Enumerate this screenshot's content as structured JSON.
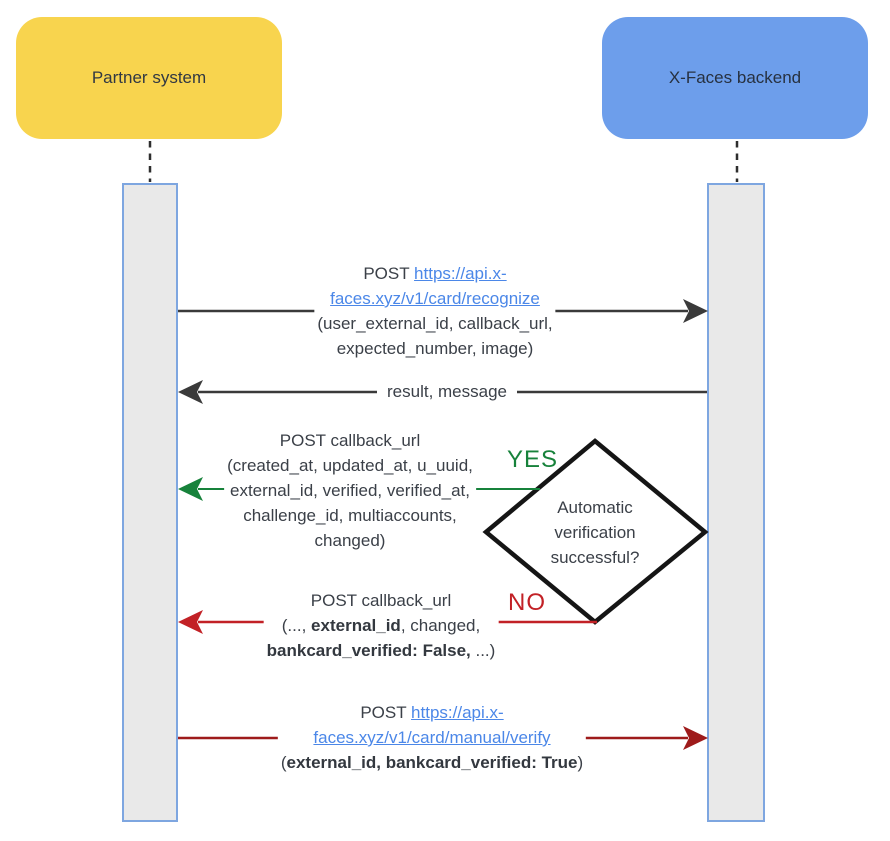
{
  "actors": {
    "partner": "Partner system",
    "backend": "X-Faces backend"
  },
  "messages": {
    "recognize": {
      "method": "POST ",
      "url_line1": "https://api.x-",
      "url_line2": "faces.xyz/v1/card/recognize",
      "args_line1": "(user_external_id, callback_url,",
      "args_line2": "expected_number, image)"
    },
    "result": {
      "label": "result, message"
    },
    "auto_callback": {
      "line1": "POST callback_url",
      "line2": "(created_at, updated_at, u_uuid,",
      "line3": "external_id, verified, verified_at,",
      "line4": "challenge_id, multiaccounts,",
      "line5": "changed)"
    },
    "manual_callback": {
      "line1": "POST callback_url",
      "line2_pre": "(..., ",
      "line2_bold": "external_id",
      "line2_post": ", changed,",
      "line3_bold": "bankcard_verified: False,",
      "line3_post": " ...)"
    },
    "manual_verify": {
      "method": "POST ",
      "url_line1": "https://api.x-",
      "url_line2": "faces.xyz/v1/card/manual/verify",
      "args_pre": "(",
      "args_bold": "external_id, bankcard_verified: True",
      "args_post": ")"
    }
  },
  "decision": {
    "lines": [
      "Automatic",
      "verification",
      "successful?"
    ],
    "yes_label": "YES",
    "no_label": "NO"
  },
  "colors": {
    "partner_box": "#F8D44E",
    "backend_box": "#6D9EEB",
    "lifeline_fill": "#E9E9E9",
    "lifeline_border": "#7EA6E0",
    "arrow_black": "#3A3A3A",
    "arrow_green": "#17823B",
    "arrow_red": "#C22126",
    "arrow_dark_red": "#9E1B1B",
    "link_blue": "#4B87E8"
  }
}
